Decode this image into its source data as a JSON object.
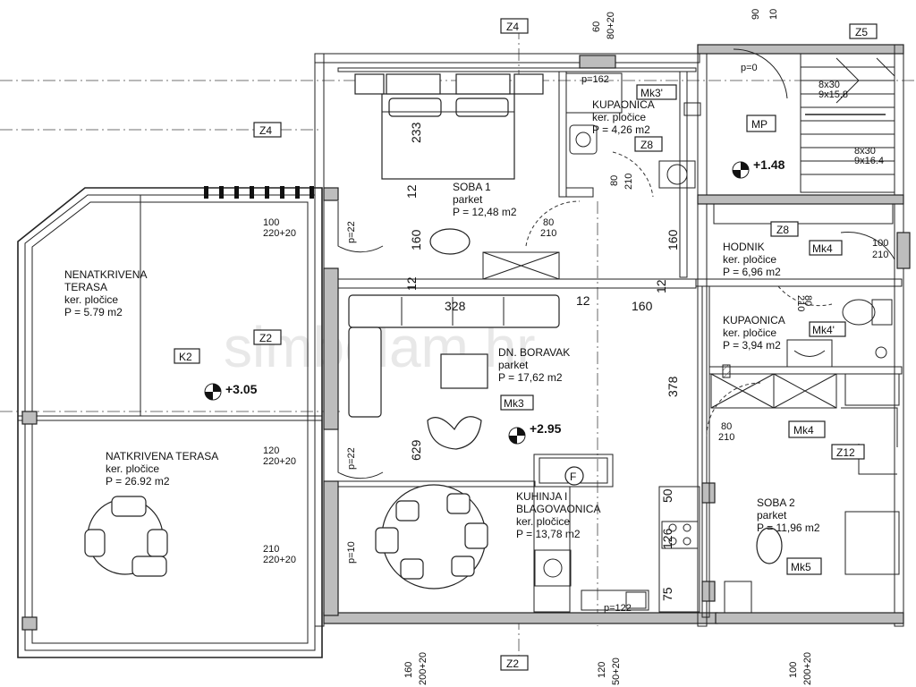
{
  "watermark": "simbolam.hr",
  "rooms": {
    "soba1": {
      "name": "SOBA 1",
      "floor": "parket",
      "area": "P = 12,48 m2"
    },
    "kupaonica1": {
      "name": "KUPAONICA",
      "floor": "ker. pločice",
      "area": "P = 4,26 m2"
    },
    "hodnik": {
      "name": "HODNIK",
      "floor": "ker. pločice",
      "area": "P = 6,96 m2"
    },
    "kupaonica2": {
      "name": "KUPAONICA",
      "floor": "ker. pločice",
      "area": "P = 3,94 m2"
    },
    "boravak": {
      "name": "DN. BORAVAK",
      "floor": "parket",
      "area": "P = 17,62 m2"
    },
    "kuhinja": {
      "name1": "KUHINJA I",
      "name2": "BLAGOVAONICA",
      "floor": "ker. pločice",
      "area": "P = 13,78 m2"
    },
    "soba2": {
      "name": "SOBA 2",
      "floor": "parket",
      "area": "P = 11,96 m2"
    },
    "nenatkrivena": {
      "name1": "NENATKRIVENA",
      "name2": "TERASA",
      "floor": "ker. pločice",
      "area": "P = 5.79 m2"
    },
    "natkrivena": {
      "name": "NATKRIVENA TERASA",
      "floor": "ker. pločice",
      "area": "P = 26.92 m2"
    }
  },
  "tags": {
    "z4_top": "Z4",
    "z4_left": "Z4",
    "z5": "Z5",
    "z8_a": "Z8",
    "z8_b": "Z8",
    "z2_left": "Z2",
    "z2_bottom": "Z2",
    "z12": "Z12",
    "k2": "K2",
    "mp": "MP",
    "mk3_top": "Mk3'",
    "mk3": "Mk3",
    "mk4_a": "Mk4",
    "mk4_b": "Mk4'",
    "mk4_c": "Mk4",
    "mk5": "Mk5",
    "f": "F"
  },
  "levels": {
    "terrace": "+3.05",
    "living": "+2.95",
    "stair": "+1.48"
  },
  "dims": {
    "d233": "233",
    "d12a": "12",
    "d160a": "160",
    "d12b": "12",
    "d328": "328",
    "d12c": "12",
    "d160b": "160",
    "d160c": "160",
    "d12d": "12",
    "d378": "378",
    "d629": "629",
    "d50": "50",
    "d126": "126",
    "d75": "75",
    "w100_220": [
      "100",
      "220+20"
    ],
    "w120_220": [
      "120",
      "220+20"
    ],
    "w210_220": [
      "210",
      "220+20"
    ],
    "d80_210a": [
      "80",
      "210"
    ],
    "d80_210b": [
      "80",
      "210"
    ],
    "d80_210c": [
      "80",
      "210"
    ],
    "d100_210": [
      "100",
      "210"
    ],
    "p22a": "p=22",
    "p22b": "p=22",
    "p10": "p=10",
    "p0": "p=0",
    "p162": "p=162",
    "p122": "p=122",
    "top60": "60",
    "top80": "80+20",
    "top90": "90",
    "top10": "10",
    "bot160": "160",
    "bot200a": "200+20",
    "bot120": "120",
    "bot50": "50+20",
    "bot100": "100",
    "bot200b": "200+20",
    "st1a": "8x30",
    "st1b": "9x15.8",
    "st2a": "8x30",
    "st2b": "9x16.4",
    "d210v": "210",
    "d80v": "80"
  }
}
